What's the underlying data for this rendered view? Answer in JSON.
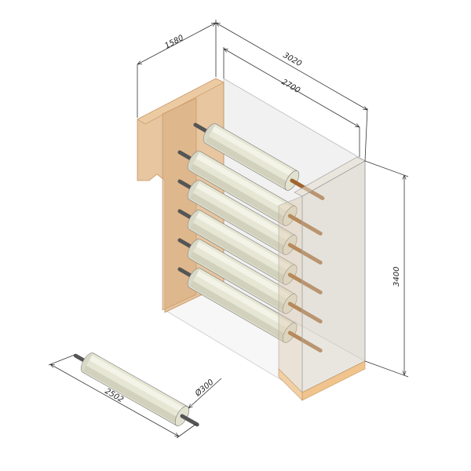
{
  "drawing": {
    "title": "Roller storage rack",
    "dimensions": {
      "depth": "1580",
      "outer_length": "3020",
      "inner_length": "2700",
      "height": "3400",
      "roller_length": "2502",
      "roller_diameter": "Ø300"
    },
    "roller_count_in_rack": 6,
    "colors": {
      "panel": "#e3bc8f",
      "roller": "#e6e6d4",
      "shaft": "#555555",
      "shaft_end": "#a0642c",
      "glass": "#ececec"
    }
  }
}
